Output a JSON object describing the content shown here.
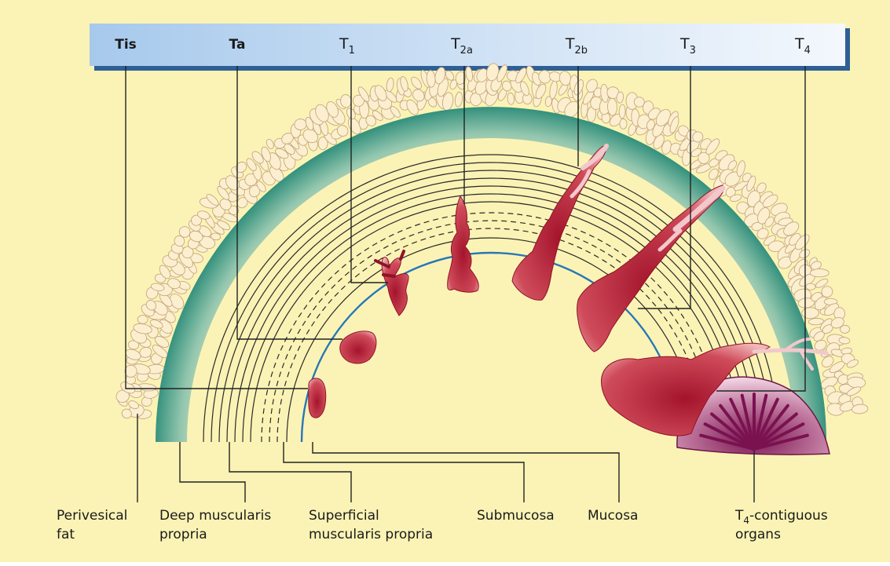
{
  "stages": [
    {
      "base": "Tis",
      "sub": ""
    },
    {
      "base": "Ta",
      "sub": ""
    },
    {
      "base": "T",
      "sub": "1"
    },
    {
      "base": "T",
      "sub": "2a"
    },
    {
      "base": "T",
      "sub": "2b"
    },
    {
      "base": "T",
      "sub": "3"
    },
    {
      "base": "T",
      "sub": "4"
    }
  ],
  "layers": {
    "perivesical_fat": [
      "Perivesical",
      "fat"
    ],
    "deep_muscularis": [
      "Deep muscularis",
      "propria"
    ],
    "superficial_muscularis": [
      "Superficial",
      "muscularis propria"
    ],
    "submucosa": [
      "Submucosa"
    ],
    "mucosa": [
      "Mucosa"
    ],
    "t4_organs": {
      "prefix": "T",
      "sub": "4",
      "suffix": "-contiguous",
      "line2": "organs"
    }
  },
  "colors": {
    "background": "#fbf3b5",
    "header_bar_left": "#a7c9ec",
    "header_bar_right": "#eef5fc",
    "wall_green": "#3f9a86",
    "fat_fill": "#fcefcf",
    "fat_stroke": "#c7a880",
    "mucosa_blue": "#2777b8",
    "tumor_red": "#b01c34",
    "organ_purple": "#8a2a62"
  }
}
